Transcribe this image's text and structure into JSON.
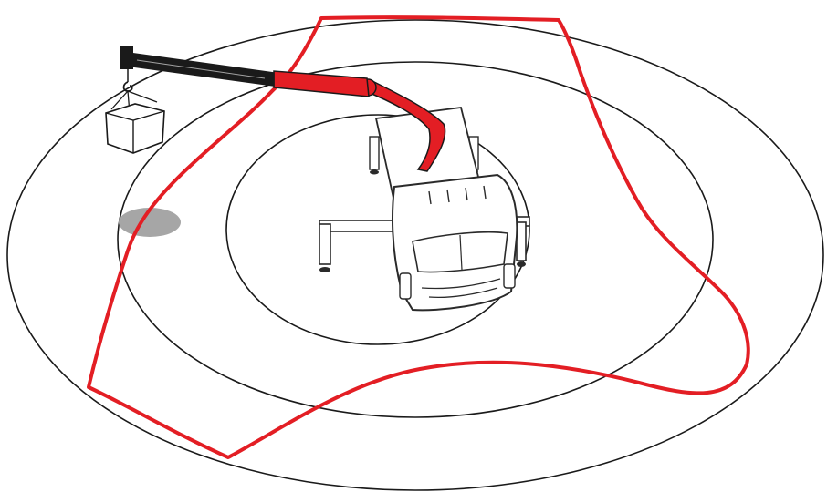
{
  "diagram": {
    "description_visible_text": "",
    "colors": {
      "ring_stroke": "#1a1a1a",
      "working_area_outline": "#e31e24",
      "boom_primary": "#e31e24",
      "boom_dark": "#1a1a1a",
      "truck_body": "#ffffff",
      "truck_outline": "#2a2a2a",
      "shadow_spot": "#a6a6a6",
      "background": "#ffffff"
    },
    "elements": {
      "rings": [
        "outer-ring",
        "middle-ring",
        "inner-ring"
      ],
      "working_area": "red-load-chart-outline",
      "vehicle": "truck-cab-top-view",
      "crane": "articulated-boom",
      "load": "suspended-box-load",
      "marker": "grey-ground-spot"
    }
  }
}
